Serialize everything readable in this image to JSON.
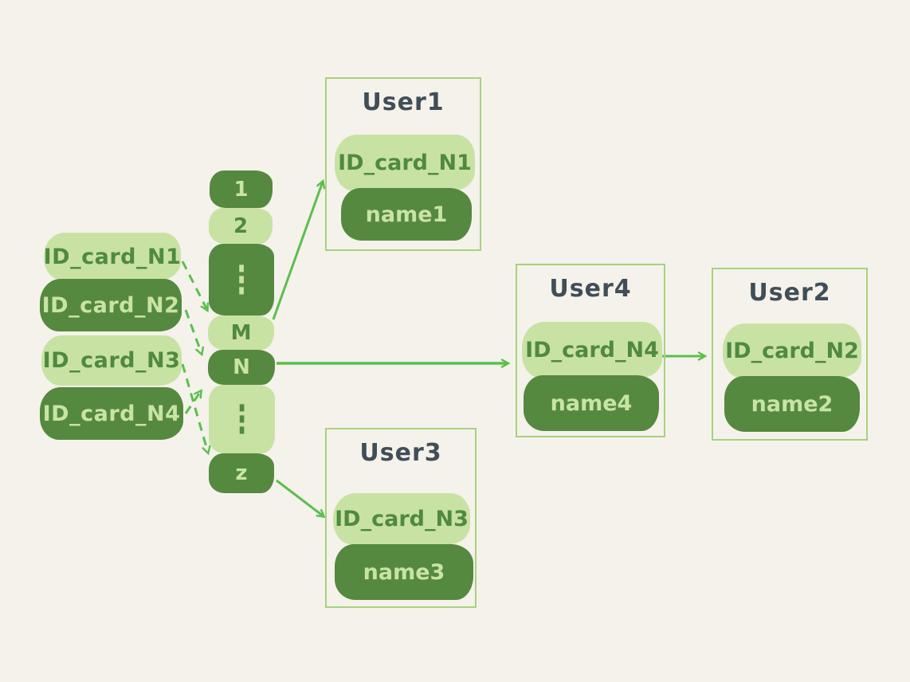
{
  "background": "#f4f2ea",
  "colors": {
    "light_green": "#c8e2a4",
    "dark_green": "#55893f",
    "text_on_light": "#4f8a3f",
    "text_on_dark": "#c9e3a6",
    "title_text": "#414e58",
    "box_border": "#a9d17e",
    "arrow_green": "#5bbf4e"
  },
  "id_cards": [
    {
      "label": "ID_card_N1",
      "variant": "light"
    },
    {
      "label": "ID_card_N2",
      "variant": "dark"
    },
    {
      "label": "ID_card_N3",
      "variant": "light"
    },
    {
      "label": "ID_card_N4",
      "variant": "dark"
    }
  ],
  "buckets": [
    {
      "label": "1",
      "variant": "dark"
    },
    {
      "label": "2",
      "variant": "light"
    },
    {
      "label": "⋮",
      "variant": "dark",
      "tall": true
    },
    {
      "label": "M",
      "variant": "light"
    },
    {
      "label": "N",
      "variant": "dark"
    },
    {
      "label": "⋮",
      "variant": "light",
      "tall": true
    },
    {
      "label": "z",
      "variant": "dark"
    }
  ],
  "users": {
    "user1": {
      "title": "User1",
      "id_card": "ID_card_N1",
      "name": "name1"
    },
    "user4": {
      "title": "User4",
      "id_card": "ID_card_N4",
      "name": "name4"
    },
    "user2": {
      "title": "User2",
      "id_card": "ID_card_N2",
      "name": "name2"
    },
    "user3": {
      "title": "User3",
      "id_card": "ID_card_N3",
      "name": "name3"
    }
  },
  "edges": {
    "dashed": [
      {
        "from": "ID_card_N1",
        "to": "bucket-M"
      },
      {
        "from": "ID_card_N2",
        "to": "bucket-N"
      },
      {
        "from": "ID_card_N3",
        "to": "bucket-z"
      },
      {
        "from": "ID_card_N4",
        "to": "bucket-N"
      }
    ],
    "solid": [
      {
        "from": "bucket-M",
        "to": "User1"
      },
      {
        "from": "bucket-N",
        "to": "User4"
      },
      {
        "from": "bucket-z",
        "to": "User3"
      },
      {
        "from": "User4",
        "to": "User2"
      }
    ]
  }
}
